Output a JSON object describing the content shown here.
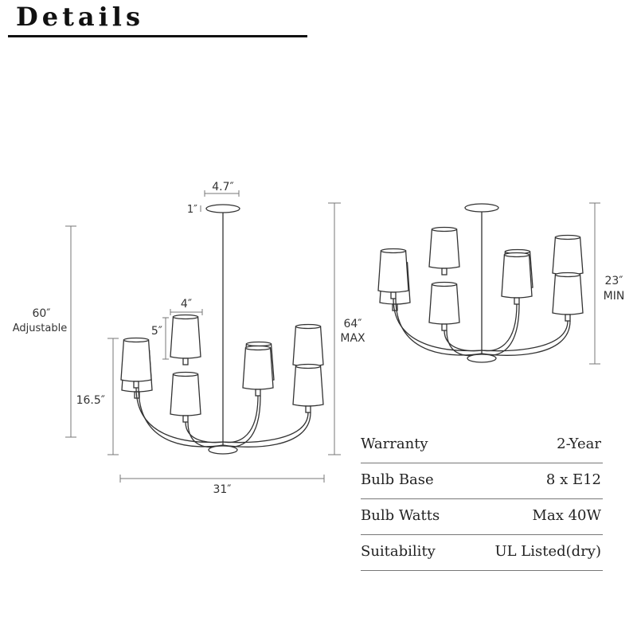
{
  "title": "Details",
  "left_diagram": {
    "canopy_width": "4.7″",
    "canopy_height": "1″",
    "shade_width": "4″",
    "shade_height": "5″",
    "overall_height_value": "60″",
    "overall_height_note": "Adjustable",
    "body_height": "16.5″",
    "max_height_value": "64″",
    "max_height_note": "MAX",
    "width": "31″"
  },
  "right_diagram": {
    "min_height_value": "23″",
    "min_height_note": "MIN"
  },
  "specs": [
    {
      "label": "Warranty",
      "value": "2-Year"
    },
    {
      "label": "Bulb Base",
      "value": "8 x E12"
    },
    {
      "label": "Bulb Watts",
      "value": "Max 40W"
    },
    {
      "label": "Suitability",
      "value": "UL Listed(dry)"
    }
  ]
}
